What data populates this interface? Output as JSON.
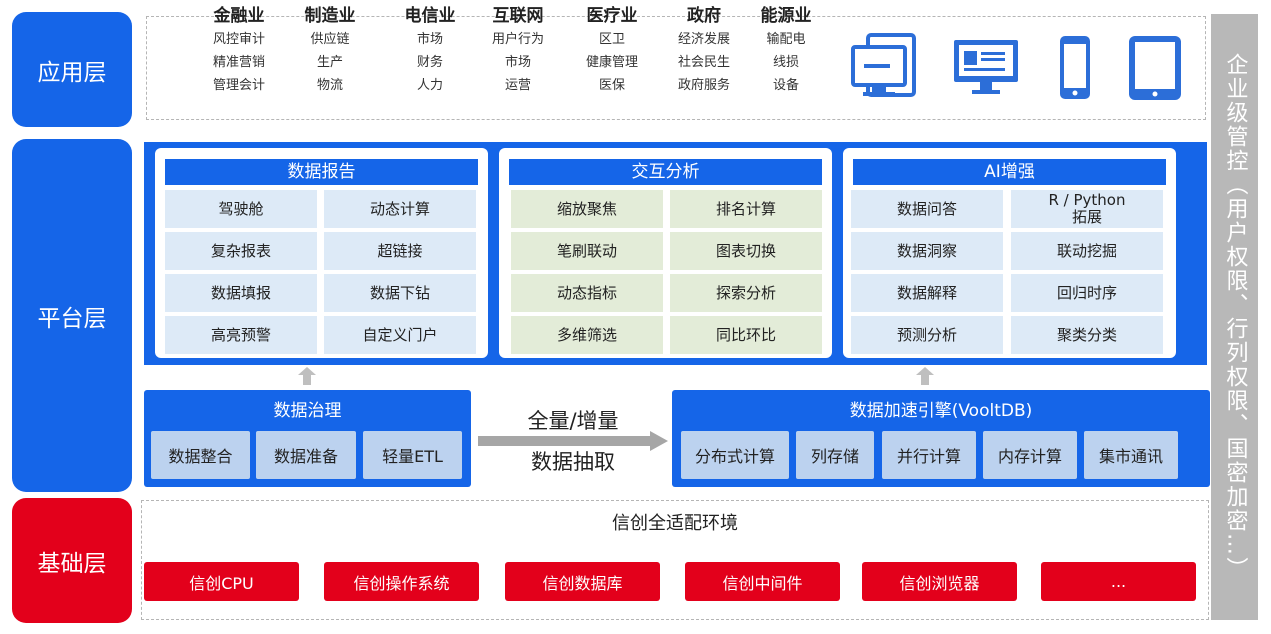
{
  "layers": {
    "app": "应用层",
    "platform": "平台层",
    "base": "基础层"
  },
  "side_bar": "企业级管控（用户权限、行列权限、国密加密…）",
  "industries": [
    {
      "name": "金融业",
      "items": [
        "风控审计",
        "精准营销",
        "管理会计"
      ]
    },
    {
      "name": "制造业",
      "items": [
        "供应链",
        "生产",
        "物流"
      ]
    },
    {
      "name": "电信业",
      "items": [
        "市场",
        "财务",
        "人力"
      ]
    },
    {
      "name": "互联网",
      "items": [
        "用户行为",
        "市场",
        "运营"
      ]
    },
    {
      "name": "医疗业",
      "items": [
        "区卫",
        "健康管理",
        "医保"
      ]
    },
    {
      "name": "政府",
      "items": [
        "经济发展",
        "社会民生",
        "政府服务"
      ]
    },
    {
      "name": "能源业",
      "items": [
        "输配电",
        "线损",
        "设备"
      ]
    }
  ],
  "devices": [
    "desktop-icon",
    "monitor-icon",
    "phone-icon",
    "tablet-icon"
  ],
  "panels": [
    {
      "title": "数据报告",
      "cells": [
        "驾驶舱",
        "动态计算",
        "复杂报表",
        "超链接",
        "数据填报",
        "数据下钻",
        "高亮预警",
        "自定义门户"
      ]
    },
    {
      "title": "交互分析",
      "cells": [
        "缩放聚焦",
        "排名计算",
        "笔刷联动",
        "图表切换",
        "动态指标",
        "探索分析",
        "多维筛选",
        "同比环比"
      ]
    },
    {
      "title": "AI增强",
      "cells": [
        "数据问答",
        "R / Python\n拓展",
        "数据洞察",
        "联动挖掘",
        "数据解释",
        "回归时序",
        "预测分析",
        "聚类分类"
      ]
    }
  ],
  "governance": {
    "title": "数据治理",
    "items": [
      "数据整合",
      "数据准备",
      "轻量ETL"
    ]
  },
  "extraction": {
    "line1": "全量/增量",
    "line2": "数据抽取"
  },
  "engine": {
    "title": "数据加速引擎(VooltDB)",
    "items": [
      "分布式计算",
      "列存储",
      "并行计算",
      "内存计算",
      "集市通讯"
    ]
  },
  "base": {
    "title": "信创全适配环境",
    "items": [
      "信创CPU",
      "信创操作系统",
      "信创数据库",
      "信创中间件",
      "信创浏览器",
      "..."
    ]
  },
  "colors": {
    "blue": "#1565e8",
    "red": "#e3001b",
    "gray": "#b8b8b8",
    "cell_blue": "#ddeaf7",
    "cell_green": "#e3ecd8",
    "cell_light": "#bcd2ef"
  }
}
